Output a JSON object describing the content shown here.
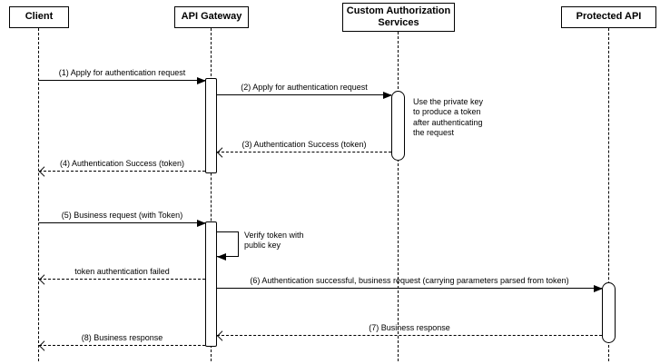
{
  "diagram": {
    "type": "sequence-diagram",
    "colors": {
      "line": "#000000",
      "background": "#ffffff"
    },
    "participants": [
      {
        "label": "Client"
      },
      {
        "label": "API Gateway"
      },
      {
        "label": "Custom Authorization Services"
      },
      {
        "label": "Protected API"
      }
    ],
    "messages": [
      {
        "label": "(1) Apply for authentication request",
        "from": "Client",
        "to": "API Gateway",
        "line": "solid"
      },
      {
        "label": "(2) Apply for authentication request",
        "from": "API Gateway",
        "to": "Custom Authorization Services",
        "line": "solid"
      },
      {
        "label": "(3) Authentication Success (token)",
        "from": "Custom Authorization Services",
        "to": "API Gateway",
        "line": "dashed"
      },
      {
        "label": "(4) Authentication Success (token)",
        "from": "API Gateway",
        "to": "Client",
        "line": "dashed"
      },
      {
        "label": "(5) Business request (with Token)",
        "from": "Client",
        "to": "API Gateway",
        "line": "solid"
      },
      {
        "label": "token authentication failed",
        "from": "API Gateway",
        "to": "Client",
        "line": "dashed"
      },
      {
        "label": "(6) Authentication successful, business request (carrying parameters parsed from token)",
        "from": "API Gateway",
        "to": "Protected API",
        "line": "solid"
      },
      {
        "label": "(7) Business response",
        "from": "Protected API",
        "to": "API Gateway",
        "line": "dashed"
      },
      {
        "label": "(8) Business response",
        "from": "API Gateway",
        "to": "Client",
        "line": "dashed"
      }
    ],
    "self_message": {
      "label": "Verify token with public key",
      "at": "API Gateway"
    },
    "note": {
      "label": "Use the private key to produce a token after authenticating the request",
      "at": "Custom Authorization Services"
    }
  }
}
